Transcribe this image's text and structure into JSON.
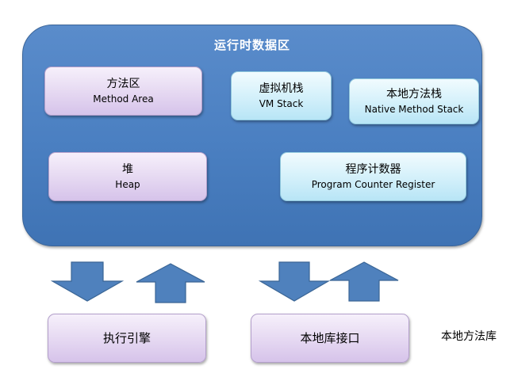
{
  "runtime_area": {
    "title": "运行时数据区",
    "method_area": {
      "zh": "方法区",
      "en": "Method Area"
    },
    "vm_stack": {
      "zh": "虚拟机栈",
      "en": "VM Stack"
    },
    "native_method_stack": {
      "zh": "本地方法栈",
      "en": "Native Method Stack"
    },
    "heap": {
      "zh": "堆",
      "en": "Heap"
    },
    "program_counter": {
      "zh": "程序计数器",
      "en": "Program Counter Register"
    }
  },
  "lower": {
    "execution_engine": "执行引擎",
    "native_interface": "本地库接口",
    "native_library": "本地方法库"
  },
  "colors": {
    "runtime_fill": "#4a7fc1",
    "purple_box": "#e8dcf3",
    "cyan_box": "#d8f2fb",
    "arrow_fill": "#4f81bd"
  }
}
